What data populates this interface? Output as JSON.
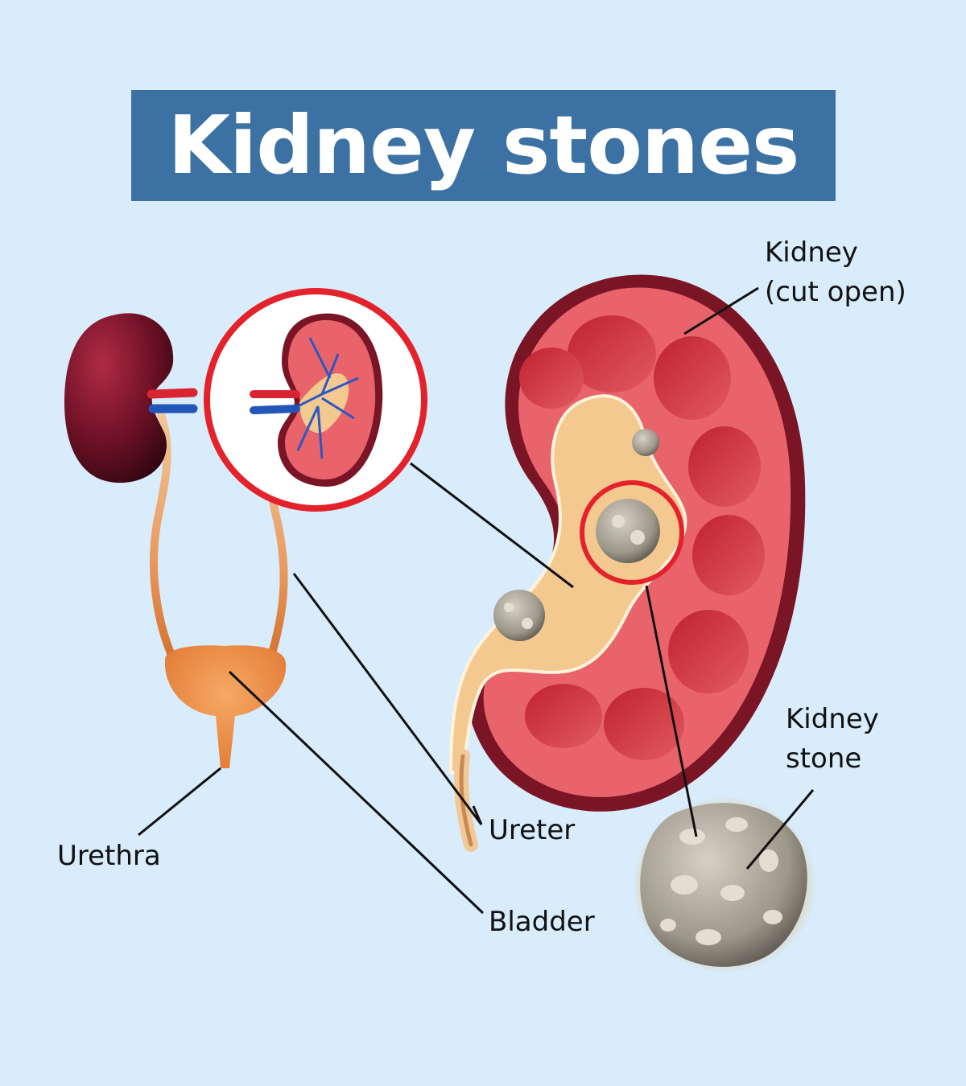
{
  "title": "Kidney stones",
  "labels": {
    "kidney_cut_open": {
      "line1": "Kidney",
      "line2": "(cut open)"
    },
    "kidney_stone": {
      "line1": "Kidney",
      "line2": "stone"
    },
    "ureter": "Ureter",
    "urethra": "Urethra",
    "bladder": "Bladder"
  },
  "colors": {
    "background": "#d8ecfb",
    "banner": "#3c72a3",
    "highlight_ring": "#e3222b",
    "kidney_outer": "#7a1526",
    "kidney_tissue": "#e9636b",
    "renal_pelvis": "#f3c98f",
    "bladder": "#ec8d47",
    "stone": "#a39d91"
  },
  "icons": [
    "kidney-icon",
    "magnified-kidney-icon",
    "kidney-stone-icon",
    "bladder-icon"
  ]
}
